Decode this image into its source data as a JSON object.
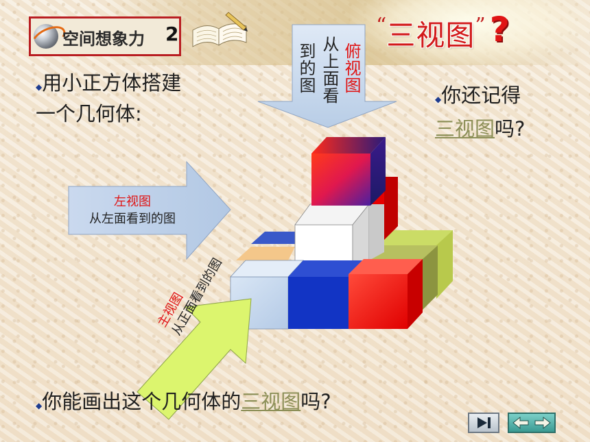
{
  "slide": {
    "badge_title": "空间想象力",
    "badge_number": "2",
    "title_open_quote": "“",
    "title_main": "三视图",
    "title_close_quote": "”",
    "title_mark": "?",
    "intro_line1": "用小正方体搭建",
    "intro_line2": "一个几何体:",
    "recall_line1": "你还记得",
    "recall_link": "三视图",
    "recall_tail": "吗?",
    "question_prefix": "你能画出这个几何体的",
    "question_link": "三视图",
    "question_tail": "吗?",
    "bullet": "◆"
  },
  "views": {
    "top_title": "俯视图",
    "top_desc_col1": "从上面看",
    "top_desc_col2": "到的图",
    "left_title": "左视图",
    "left_desc": "从左面看到的图",
    "front_title": "主视图",
    "front_desc": "从正面看到的图"
  },
  "nav": {
    "next_icon": "play-end-icon",
    "return_icon": "return-arrows-icon"
  },
  "colors": {
    "badge_border": "#b91e22",
    "title_red": "#d21a1a",
    "link_olive": "#8c8f57",
    "arrow_blue": "#c9daef",
    "arrow_green": "#dcf56e"
  }
}
